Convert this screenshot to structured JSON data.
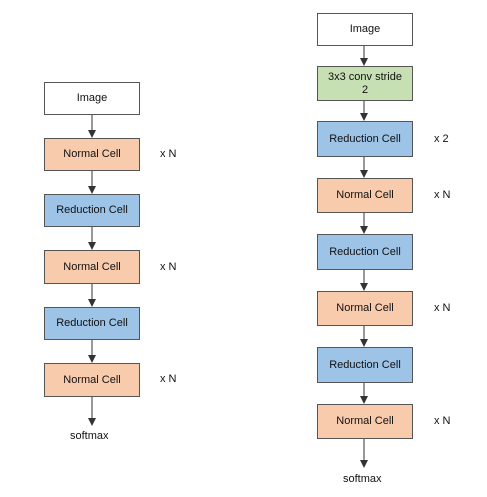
{
  "colors": {
    "image": "#ffffff",
    "normal": "#f8cbad",
    "reduction": "#9dc3e6",
    "conv": "#c6e0b4",
    "border": "#555555",
    "arrow": "#333333"
  },
  "left": {
    "image": "Image",
    "cells": [
      {
        "label": "Normal Cell",
        "type": "normal",
        "mult": "x N"
      },
      {
        "label": "Reduction Cell",
        "type": "reduction",
        "mult": ""
      },
      {
        "label": "Normal Cell",
        "type": "normal",
        "mult": "x N"
      },
      {
        "label": "Reduction Cell",
        "type": "reduction",
        "mult": ""
      },
      {
        "label": "Normal Cell",
        "type": "normal",
        "mult": "x N"
      }
    ],
    "output": "softmax"
  },
  "right": {
    "image": "Image",
    "conv": "3x3 conv stride 2",
    "cells": [
      {
        "label": "Reduction Cell",
        "type": "reduction",
        "mult": "x 2"
      },
      {
        "label": "Normal Cell",
        "type": "normal",
        "mult": "x N"
      },
      {
        "label": "Reduction Cell",
        "type": "reduction",
        "mult": ""
      },
      {
        "label": "Normal Cell",
        "type": "normal",
        "mult": "x N"
      },
      {
        "label": "Reduction Cell",
        "type": "reduction",
        "mult": ""
      },
      {
        "label": "Normal Cell",
        "type": "normal",
        "mult": "x N"
      }
    ],
    "output": "softmax"
  }
}
